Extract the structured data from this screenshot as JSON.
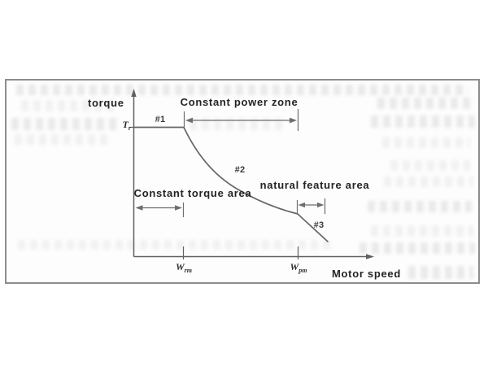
{
  "figure": {
    "y_axis_label": "torque",
    "x_axis_label": "Motor speed",
    "y_tick": {
      "base": "T",
      "sub": "r"
    },
    "x_tick_1": {
      "base": "W",
      "sub": "rm"
    },
    "x_tick_2": {
      "base": "W",
      "sub": "pm"
    },
    "zones": {
      "power": "Constant power zone",
      "torque": "Constant torque area",
      "natural": "natural feature area"
    },
    "segments": {
      "s1": "#1",
      "s2": "#2",
      "s3": "#3"
    },
    "colors": {
      "line": "#606060",
      "text": "#242424",
      "frame_border": "#8d8d8d",
      "background": "#ffffff"
    }
  },
  "chart_data": {
    "type": "line",
    "title": "",
    "xlabel": "Motor speed",
    "ylabel": "torque",
    "axis_numeric": false,
    "x_ticks": [
      {
        "label": "W_rm",
        "x": 1.0
      },
      {
        "label": "W_pm",
        "x": 3.4
      }
    ],
    "y_ticks": [
      {
        "label": "T_r",
        "y": 1.0
      }
    ],
    "xlim": [
      0,
      4.9
    ],
    "ylim": [
      0,
      1.25
    ],
    "grid": false,
    "legend": "none",
    "series": [
      {
        "name": "#1 constant torque segment",
        "x": [
          0,
          1.0
        ],
        "y": [
          1.0,
          1.0
        ]
      },
      {
        "name": "#2 constant power segment",
        "x": [
          1.0,
          1.34,
          1.76,
          2.27,
          2.78,
          3.4
        ],
        "y": [
          1.0,
          0.81,
          0.65,
          0.53,
          0.42,
          0.33
        ]
      },
      {
        "name": "#3 natural feature segment",
        "x": [
          3.4,
          4.05
        ],
        "y": [
          0.33,
          0.11
        ]
      }
    ],
    "zones": [
      {
        "label": "Constant torque area",
        "from_x": 0.0,
        "to_x": 1.0
      },
      {
        "label": "Constant power zone",
        "from_x": 1.0,
        "to_x": 3.4
      },
      {
        "label": "natural feature area",
        "from_x": 3.4,
        "to_x": 4.0
      }
    ],
    "annotations": [
      "#1",
      "#2",
      "#3"
    ]
  }
}
